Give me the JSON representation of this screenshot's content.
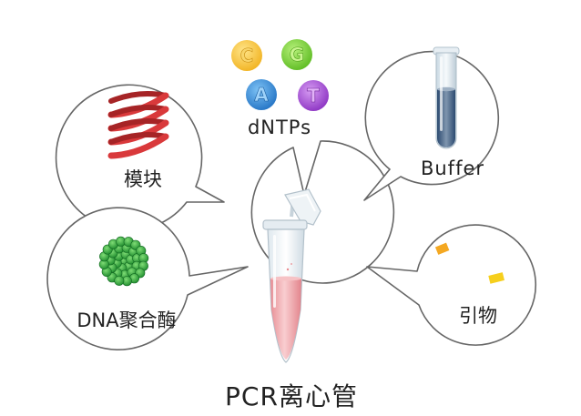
{
  "labels": {
    "template": "模块",
    "dntps": "dNTPs",
    "buffer": "Buffer",
    "polymerase": "DNA聚合酶",
    "primer": "引物",
    "tube": "PCR离心管"
  },
  "nucleotides": [
    {
      "letter": "C",
      "color": "#f6c53d"
    },
    {
      "letter": "G",
      "color": "#7ed33a"
    },
    {
      "letter": "A",
      "color": "#3a8fd8"
    },
    {
      "letter": "T",
      "color": "#a64fd6"
    }
  ],
  "colors": {
    "helix": "#d9393b",
    "polymerase": "#2aa33c",
    "primer": "#f5c21a",
    "buffer_liquid": "#3f5f86",
    "tube_liquid": "#f0a7ab"
  }
}
